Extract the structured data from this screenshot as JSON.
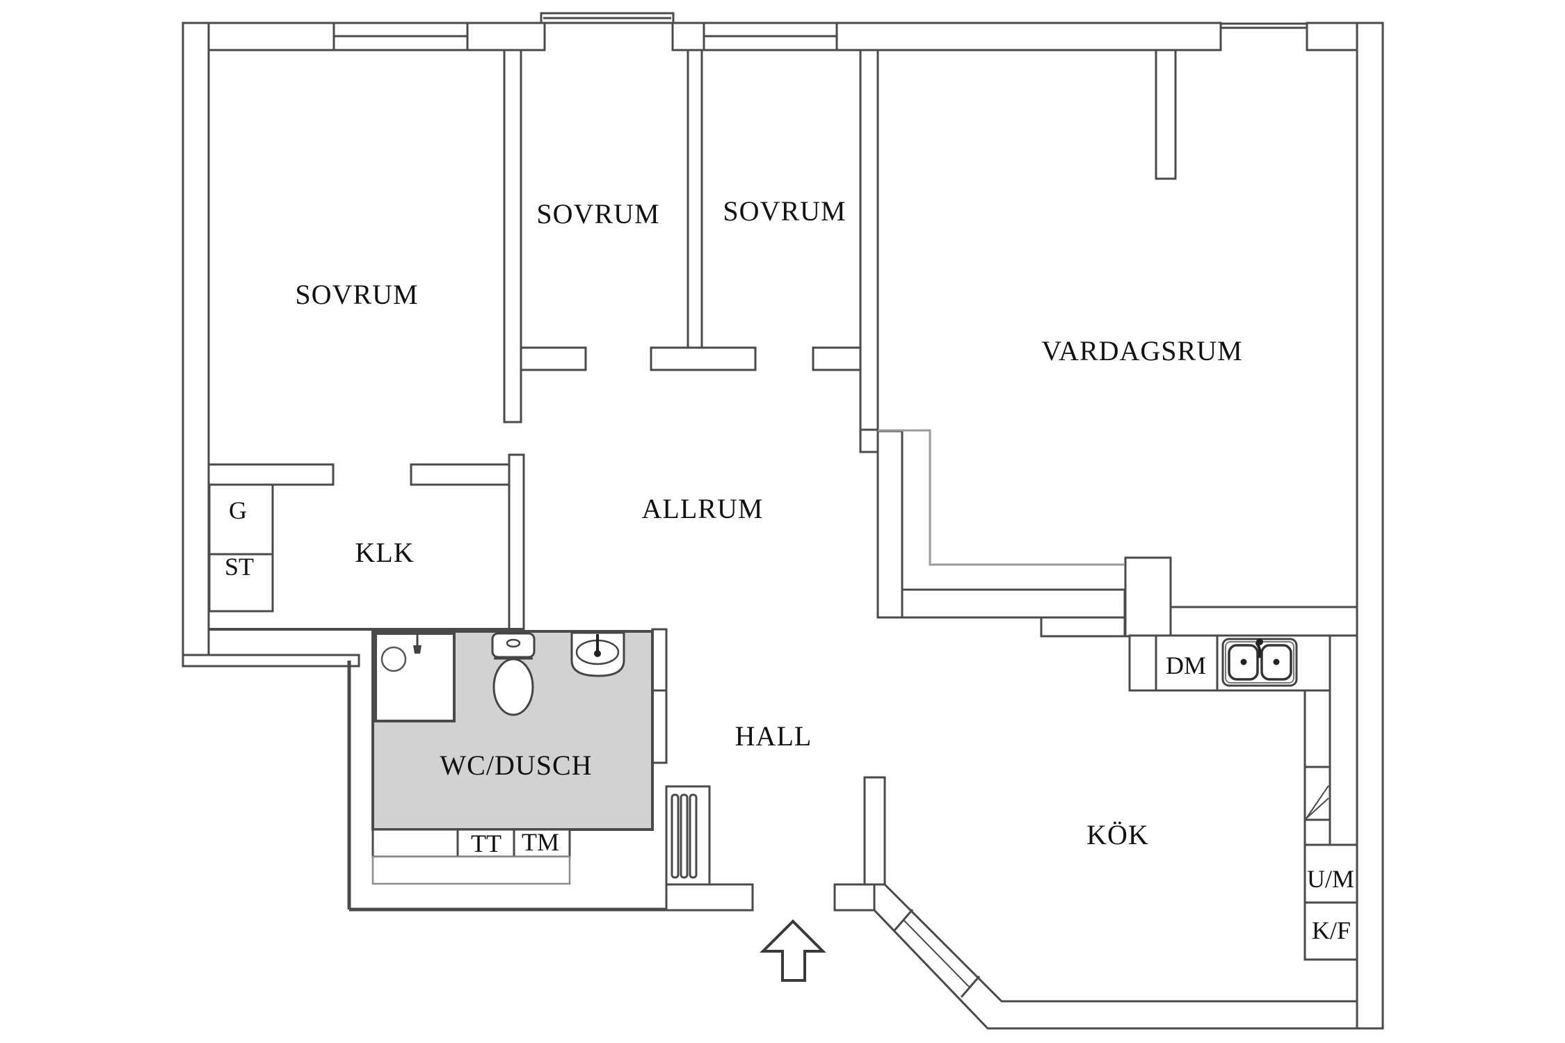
{
  "title": "Apartment floor plan",
  "colors": {
    "background": "#ffffff",
    "wall_stroke": "#4a4a4a",
    "wall_fill": "#ffffff",
    "bathroom_fill": "#d2d2d2",
    "thin_guide_line": "#9a9a9a",
    "label_color": "#111111"
  },
  "rooms": {
    "sovrum1": {
      "label": "SOVRUM"
    },
    "sovrum2": {
      "label": "SOVRUM"
    },
    "sovrum3": {
      "label": "SOVRUM"
    },
    "vardagsrum": {
      "label": "VARDAGSRUM"
    },
    "allrum": {
      "label": "ALLRUM"
    },
    "klk": {
      "label": "KLK"
    },
    "hall": {
      "label": "HALL"
    },
    "kok": {
      "label": "KÖK"
    },
    "wc_dusch": {
      "label": "WC/DUSCH"
    }
  },
  "closets": {
    "g": {
      "label": "G"
    },
    "st": {
      "label": "ST"
    }
  },
  "appliances": {
    "dm": {
      "label": "DM"
    },
    "tt": {
      "label": "TT"
    },
    "tm": {
      "label": "TM"
    },
    "um": {
      "label": "U/M"
    },
    "kf": {
      "label": "K/F"
    }
  },
  "icons": {
    "toilet": "toilet-icon",
    "washbasin": "washbasin-icon",
    "shower": "shower-icon",
    "kitchen_sink": "kitchen-sink-icon",
    "radiator": "radiator-icon",
    "entrance_arrow": "entrance-arrow-icon",
    "corner_fan": "corner-cabinet-icon",
    "balcony_door": "balcony-door-icon",
    "window": "window-icon"
  }
}
